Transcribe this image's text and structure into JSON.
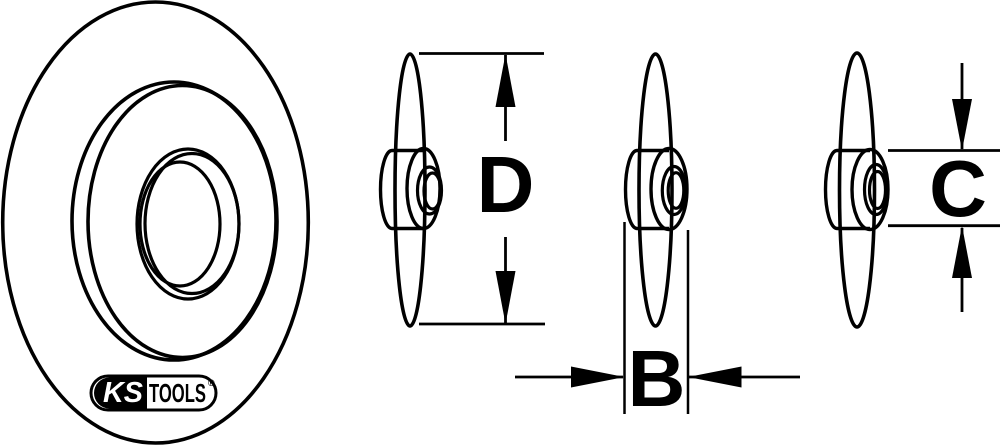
{
  "colors": {
    "ink": "#000000",
    "paper": "#ffffff",
    "logo_left_bg": "#000000",
    "logo_ks_text": "#ffffff"
  },
  "dimensions": {
    "diameter": "D",
    "width": "B",
    "bore": "C"
  },
  "logo": {
    "ks": "KS",
    "tools": "TOOLS",
    "registered": "®"
  }
}
